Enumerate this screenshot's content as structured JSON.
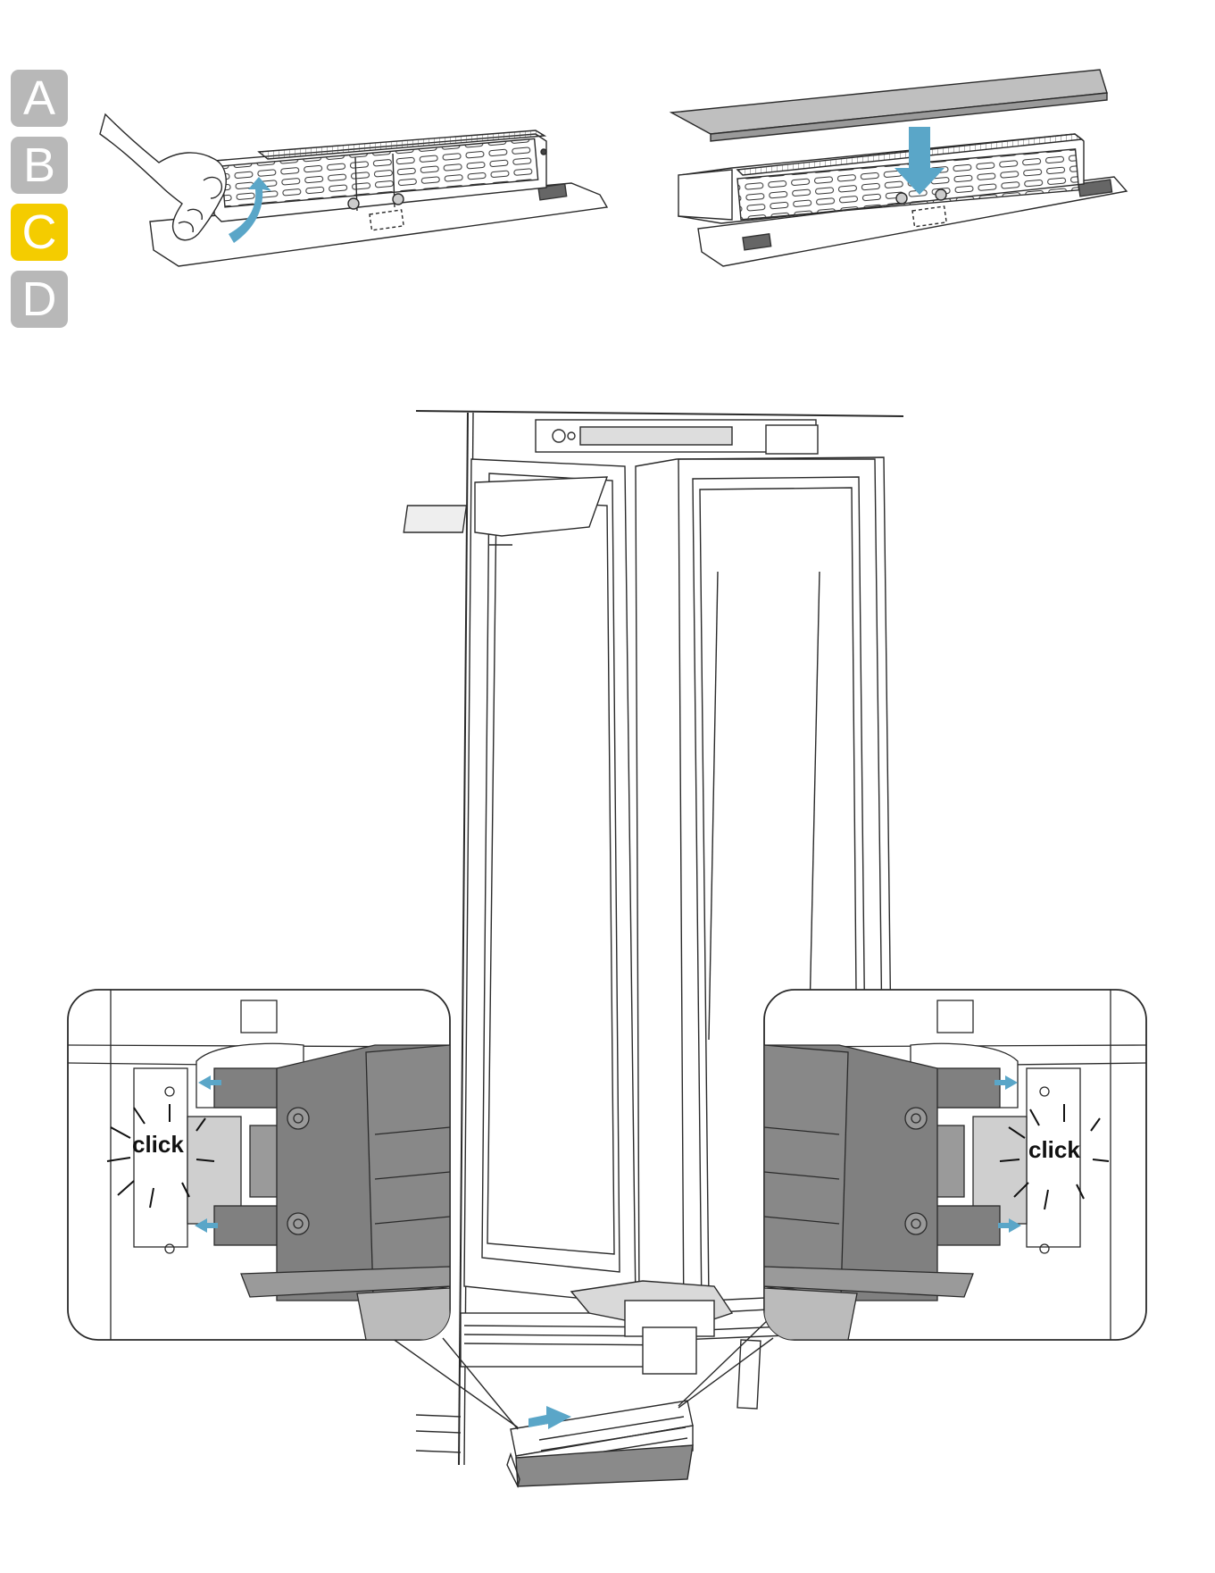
{
  "steps": [
    {
      "letter": "A",
      "active": false
    },
    {
      "letter": "B",
      "active": false
    },
    {
      "letter": "C",
      "active": true
    },
    {
      "letter": "D",
      "active": false
    }
  ],
  "callouts": {
    "left_sound": "click",
    "right_sound": "click"
  },
  "colors": {
    "step_inactive": "#b8b8b8",
    "step_active": "#f4cc00",
    "arrow": "#5aa6c8",
    "part_dark": "#808080",
    "part_light": "#bfbfbf",
    "line": "#2a2a2a"
  },
  "icons": [
    "hand-icon",
    "rotate-arrow-icon",
    "down-arrow-icon",
    "slide-arrow-icon",
    "push-arrow-icon"
  ]
}
